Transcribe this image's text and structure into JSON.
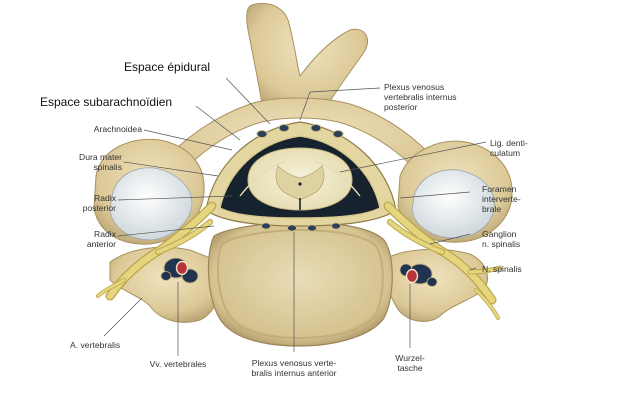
{
  "labels": {
    "espace_epidural": "Espace épidural",
    "espace_subarachnoidien": "Espace subarachnoïdien",
    "plexus_post_1": "Plexus venosus",
    "plexus_post_2": "vertebralis internus",
    "plexus_post_3": "posterior",
    "arachnoidea": "Arachnoidea",
    "dura_1": "Dura mater",
    "dura_2": "spinalis",
    "radix_post_1": "Radix",
    "radix_post_2": "posterior",
    "radix_ant_1": "Radix",
    "radix_ant_2": "anterior",
    "lig_1": "Lig. denti-",
    "lig_2": "culatum",
    "foramen_1": "Foramen",
    "foramen_2": "interverte-",
    "foramen_3": "brale",
    "ganglion_1": "Ganglion",
    "ganglion_2": "n. spinalis",
    "n_spinalis": "N. spinalis",
    "a_vertebralis": "A. vertebralis",
    "vv_vertebrales": "Vv. vertebrales",
    "plexus_ant_1": "Plexus venosus verte-",
    "plexus_ant_2": "bralis internus anterior",
    "wurzel_1": "Wurzel-",
    "wurzel_2": "tasche"
  },
  "colors": {
    "bone": "#e6d6ad",
    "bone_dark": "#bca877",
    "cartilage": "#e9eef0",
    "nerve": "#e3d27a",
    "csf": "#16222e",
    "spinal_cord": "#f1ecd0",
    "artery": "#b8343a",
    "vein": "#28476c",
    "leader": "#555555"
  }
}
